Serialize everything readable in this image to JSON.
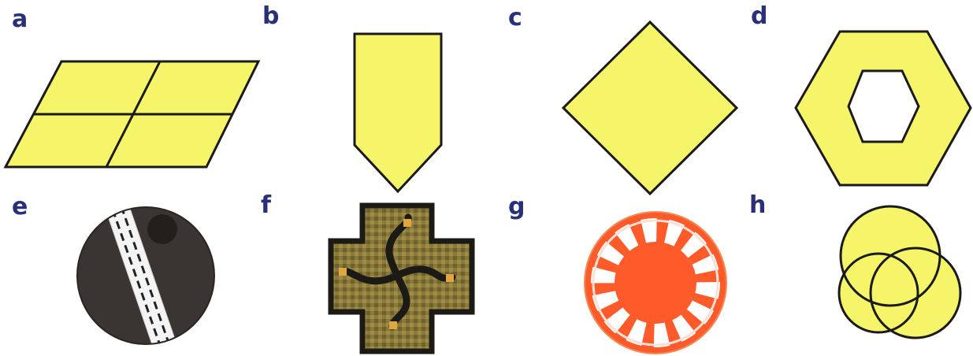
{
  "labels": {
    "a": "a",
    "b": "b",
    "c": "c",
    "d": "d",
    "e": "e",
    "f": "f",
    "g": "g",
    "h": "h"
  },
  "colors": {
    "label": "#2a2f7a",
    "fill_yellow": "#f6f56a",
    "outline": "#1a1a1a",
    "ball_dark": "#3a3532",
    "seam_white": "#f4f4f4",
    "tile_brown": "#8a7a3a",
    "tile_dark": "#1c1a14",
    "tile_gold": "#e0a640",
    "chip_orange": "#ff5a2a",
    "chip_white": "#ffffff"
  },
  "figures": [
    {
      "label": "a",
      "shape": "parallelogram-quartered"
    },
    {
      "label": "b",
      "shape": "pointed-pennant"
    },
    {
      "label": "c",
      "shape": "diamond"
    },
    {
      "label": "d",
      "shape": "hexagon-with-hexagonal-hole"
    },
    {
      "label": "e",
      "shape": "cricket-ball"
    },
    {
      "label": "f",
      "shape": "cross-tile-with-swirl"
    },
    {
      "label": "g",
      "shape": "poker-chip"
    },
    {
      "label": "h",
      "shape": "three-overlapping-circles"
    }
  ]
}
